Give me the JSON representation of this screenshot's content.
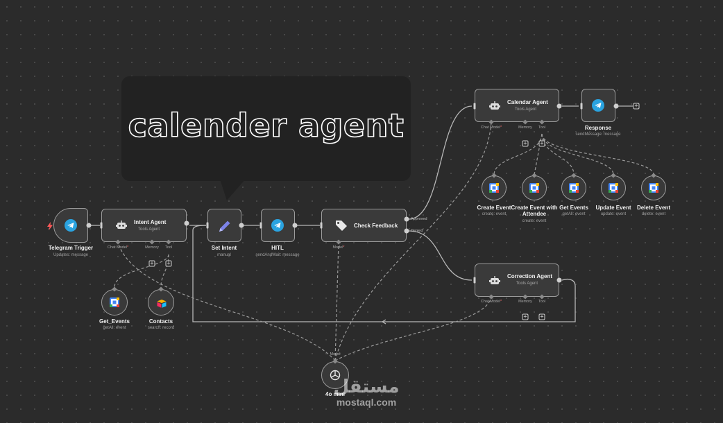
{
  "sticky_note": {
    "text": "calender agent"
  },
  "nodes": {
    "telegram_trigger": {
      "title": "Telegram Trigger",
      "subtitle": "Updates: message",
      "icon": "telegram-icon",
      "trigger_icon": "bolt-icon"
    },
    "intent_agent": {
      "title": "Intent Agent",
      "subtitle": "Tools Agent",
      "icon": "robot-icon",
      "ports": [
        "Chat Model",
        "Memory",
        "Tool"
      ]
    },
    "set_intent": {
      "title": "Set Intent",
      "subtitle": "manual",
      "icon": "pen-icon"
    },
    "hitl": {
      "title": "HITL",
      "subtitle": "sendAndWait: message",
      "icon": "telegram-icon"
    },
    "check_feedback": {
      "title": "Check Feedback",
      "icon": "tag-icon",
      "outputs": [
        "Approved",
        "Denied"
      ],
      "ports": [
        "Model"
      ]
    },
    "calendar_agent": {
      "title": "Calendar Agent",
      "subtitle": "Tools Agent",
      "icon": "robot-icon",
      "ports": [
        "Chat Model",
        "Memory",
        "Tool"
      ]
    },
    "response": {
      "title": "Response",
      "subtitle": "sendMessage: message",
      "icon": "telegram-icon"
    },
    "correction_agent": {
      "title": "Correction Agent",
      "subtitle": "Tools Agent",
      "icon": "robot-icon",
      "ports": [
        "Chat Model",
        "Memory",
        "Tool"
      ]
    },
    "create_event": {
      "title": "Create Event",
      "subtitle": "create: event",
      "icon": "google-calendar-icon"
    },
    "create_event_attendee": {
      "title": "Create Event with Attendee",
      "subtitle": "create: event",
      "icon": "google-calendar-icon"
    },
    "get_events_cal": {
      "title": "Get Events",
      "subtitle": "getAll: event",
      "icon": "google-calendar-icon"
    },
    "update_event": {
      "title": "Update Event",
      "subtitle": "update: event",
      "icon": "google-calendar-icon"
    },
    "delete_event": {
      "title": "Delete Event",
      "subtitle": "delete: event",
      "icon": "google-calendar-icon"
    },
    "get_events_intent": {
      "title": "Get_Events",
      "subtitle": "getAll: event",
      "icon": "google-calendar-icon"
    },
    "contacts": {
      "title": "Contacts",
      "subtitle": "search: record",
      "icon": "airtable-icon"
    },
    "model_4o_mini": {
      "title": "4o mini",
      "port_label": "Model",
      "icon": "openai-icon"
    }
  },
  "watermark": {
    "arabic": "مستقل",
    "latin": "mostaql.com"
  },
  "colors": {
    "canvas": "#2b2b2b",
    "node": "#3a3a3a",
    "border": "#9c9c9c",
    "telegram": "#2aa3e0",
    "required": "#ff6d6d",
    "pen": "#7c83e8"
  }
}
